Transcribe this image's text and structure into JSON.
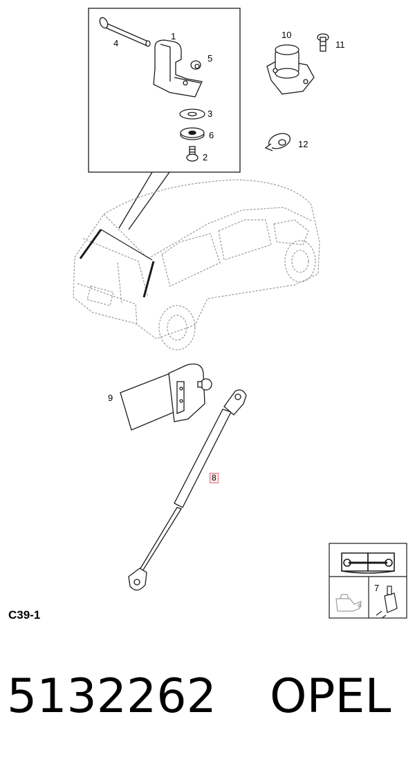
{
  "callouts": {
    "c1": "1",
    "c2": "2",
    "c3": "3",
    "c4": "4",
    "c5": "5",
    "c6": "6",
    "c7": "7",
    "c8": "8",
    "c9": "9",
    "c10": "10",
    "c11": "11",
    "c12": "12"
  },
  "figure_code": "C39-1",
  "part_number": "5132262",
  "brand": "OPEL",
  "colors": {
    "line": "#1a1a1a",
    "car_outline": "#9a9a9a",
    "highlight_border": "#e0707a",
    "highlight_fill": "#fde9ea"
  },
  "icons": [
    "manual-wrench-icon",
    "oil-can-icon",
    "applicator-tool-icon"
  ]
}
